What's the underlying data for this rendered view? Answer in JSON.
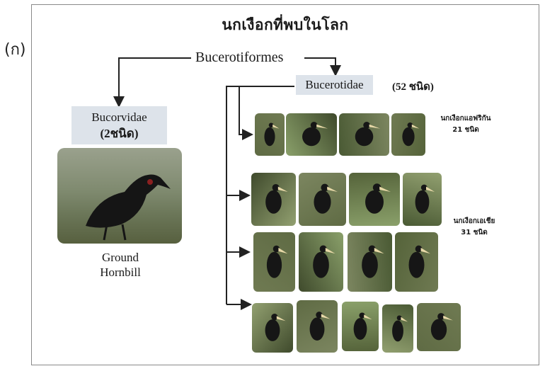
{
  "panel_label": "(ก)",
  "title": "นกเงือกที่พบในโลก",
  "order": "Bucerotiformes",
  "family_left": {
    "name": "Bucorvidae",
    "count": "(2ชนิด)",
    "species": [
      "Ground",
      "Hornbill"
    ]
  },
  "family_right": {
    "name": "Bucerotidae",
    "count": "(52 ชนิด)"
  },
  "groups": [
    {
      "label": "นกเงือกแอฟริกัน",
      "count": "21 ชนิด"
    },
    {
      "label": "นกเงือกเอเชีย",
      "count": "31 ชนิด"
    }
  ],
  "photo_colors": [
    "#5f6b44",
    "#8aa06a",
    "#4a5a34",
    "#6f7a52",
    "#3f4a2c",
    "#7c8660",
    "#55633a",
    "#92a070"
  ]
}
